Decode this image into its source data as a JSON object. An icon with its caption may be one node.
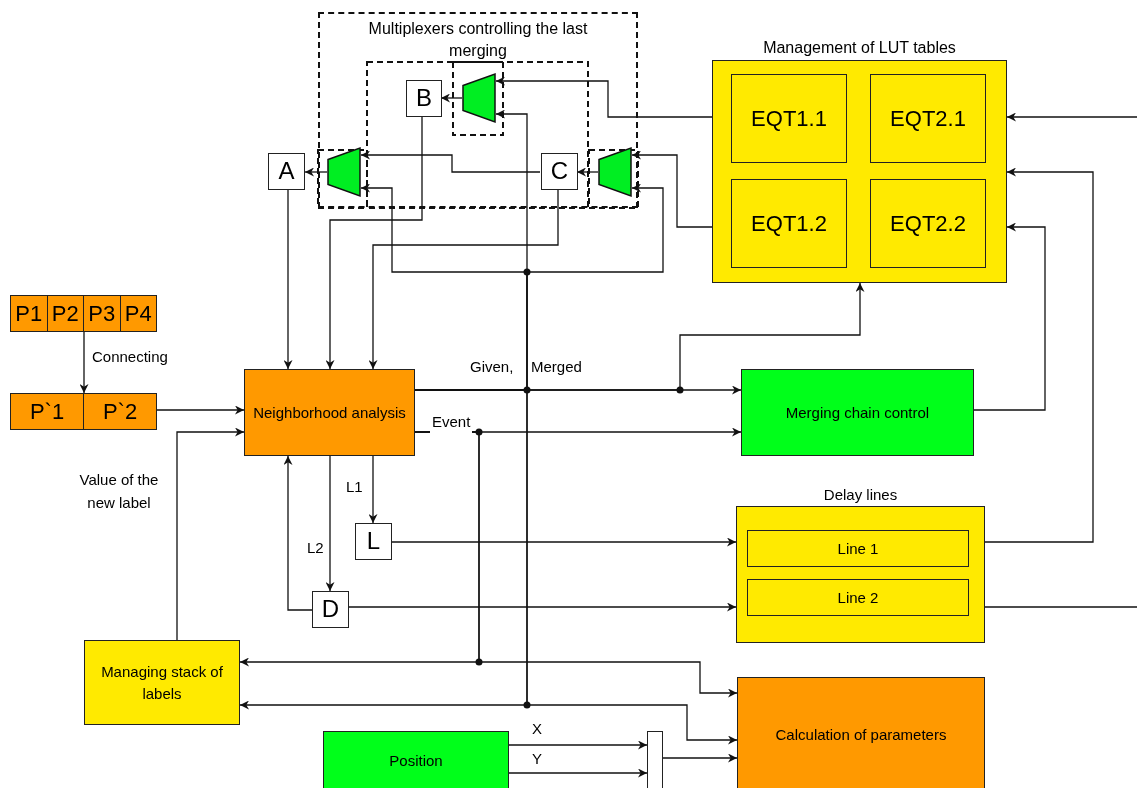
{
  "diagram": {
    "nodes": [
      {
        "text": [
          "Multiplexers controlling the last merging"
        ]
      },
      {
        "text": [
          "B"
        ],
        "in": 0
      },
      {
        "text": [],
        "shape": "trapezoid",
        "in": 0
      },
      {
        "text": [
          "A"
        ]
      },
      {
        "text": [],
        "shape": "trapezoid",
        "in": 0
      },
      {
        "text": [
          "C"
        ],
        "in": 0
      },
      {
        "text": [],
        "shape": "trapezoid",
        "in": 0
      },
      {
        "text": [
          "Management of LUT tables"
        ]
      },
      {
        "text": [
          "EQT1.1"
        ],
        "in": 7
      },
      {
        "text": [
          "EQT2.1"
        ],
        "in": 7
      },
      {
        "text": [
          "EQT1.2"
        ],
        "in": 7
      },
      {
        "text": [
          "EQT2.2"
        ],
        "in": 7
      },
      {
        "text": [
          "P1",
          "P2",
          "P3",
          "P4"
        ]
      },
      {
        "text": [
          "P`1",
          "P`2"
        ]
      },
      {
        "text": [
          "Neighborhood analysis"
        ]
      },
      {
        "text": [
          "L"
        ]
      },
      {
        "text": [
          "D"
        ]
      },
      {
        "text": [
          "Merging chain control"
        ]
      },
      {
        "text": [
          "Delay lines"
        ]
      },
      {
        "text": [
          "Line 1"
        ],
        "in": 18
      },
      {
        "text": [
          "Line 2"
        ],
        "in": 18
      },
      {
        "text": [
          "Managing stack of labels"
        ]
      },
      {
        "text": [
          "Calculation of parameters"
        ]
      },
      {
        "text": [
          "Position"
        ]
      },
      {
        "text": [],
        "shape": "bar"
      }
    ],
    "edges": [
      {
        "from": 2,
        "to": 1,
        "arrow": "to"
      },
      {
        "from": 4,
        "to": 3,
        "arrow": "to"
      },
      {
        "from": 6,
        "to": 5,
        "arrow": "to"
      },
      {
        "from": 7,
        "to": 2,
        "arrow": "to"
      },
      {
        "from": 7,
        "to": 6,
        "arrow": "to"
      },
      {
        "from": 5,
        "to": 4,
        "arrow": "to"
      },
      {
        "from": 3,
        "to": 14,
        "arrow": "to"
      },
      {
        "from": 1,
        "to": 14,
        "arrow": "to"
      },
      {
        "from": 5,
        "to": 14,
        "arrow": "to"
      },
      {
        "from": 14,
        "to": 2,
        "arrow": "to"
      },
      {
        "from": 14,
        "to": 4,
        "arrow": "to"
      },
      {
        "from": 14,
        "to": 6,
        "arrow": "to"
      },
      {
        "from": 14,
        "to": 17,
        "arrow": "to"
      },
      {
        "from": 14,
        "to": 7,
        "arrow": "to"
      },
      {
        "from": 14,
        "to": 17,
        "arrow": "to",
        "label": "Event"
      },
      {
        "from": 14,
        "to": 21,
        "arrow": "to"
      },
      {
        "from": 14,
        "to": 22,
        "arrow": "to"
      },
      {
        "from": 14,
        "to": 21,
        "arrow": "to"
      },
      {
        "from": 14,
        "to": 22,
        "arrow": "to"
      },
      {
        "from": 17,
        "to": 7,
        "arrow": "to"
      },
      {
        "from": 18,
        "to": 7,
        "arrow": "to"
      },
      {
        "from": null,
        "to": 7,
        "arrow": "to"
      },
      {
        "from": 18,
        "to": null,
        "arrow": "none"
      },
      {
        "from": 14,
        "to": 15,
        "arrow": "to",
        "label": "L1"
      },
      {
        "from": 14,
        "to": 16,
        "arrow": "to",
        "label": "L2"
      },
      {
        "from": 15,
        "to": 18,
        "arrow": "to"
      },
      {
        "from": 16,
        "to": 18,
        "arrow": "to"
      },
      {
        "from": 16,
        "to": 14,
        "arrow": "to"
      },
      {
        "from": 12,
        "to": 13,
        "arrow": "to",
        "label": "Connecting"
      },
      {
        "from": 13,
        "to": 14,
        "arrow": "to"
      },
      {
        "from": 21,
        "to": 14,
        "arrow": "to",
        "label": "Value of the new label"
      },
      {
        "from": 23,
        "to": 24,
        "arrow": "to",
        "label": "X"
      },
      {
        "from": 23,
        "to": 24,
        "arrow": "to",
        "label": "Y"
      },
      {
        "from": 24,
        "to": 22,
        "arrow": "to"
      }
    ],
    "labels": [
      "Given,",
      "Merged"
    ]
  }
}
